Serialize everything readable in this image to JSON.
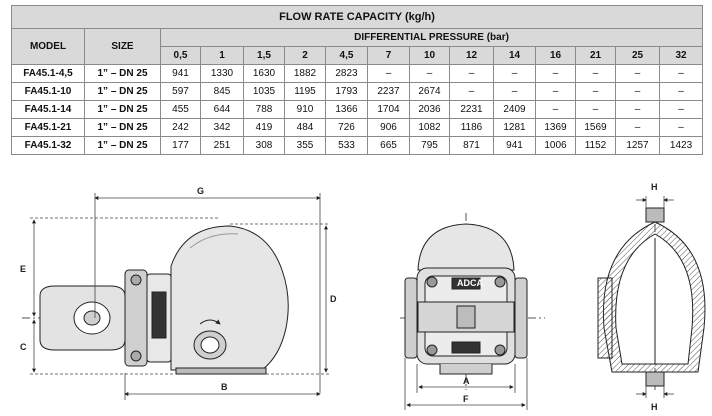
{
  "table": {
    "title": "FLOW RATE CAPACITY (kg/h)",
    "model_header": "MODEL",
    "size_header": "SIZE",
    "pressure_header": "DIFFERENTIAL PRESSURE (bar)",
    "pressures": [
      "0,5",
      "1",
      "1,5",
      "2",
      "4,5",
      "7",
      "10",
      "12",
      "14",
      "16",
      "21",
      "25",
      "32"
    ],
    "rows": [
      {
        "model": "FA45.1-4,5",
        "size": "1” – DN 25",
        "values": [
          "941",
          "1330",
          "1630",
          "1882",
          "2823",
          "–",
          "–",
          "–",
          "–",
          "–",
          "–",
          "–",
          "–"
        ]
      },
      {
        "model": "FA45.1-10",
        "size": "1” – DN 25",
        "values": [
          "597",
          "845",
          "1035",
          "1195",
          "1793",
          "2237",
          "2674",
          "–",
          "–",
          "–",
          "–",
          "–",
          "–"
        ]
      },
      {
        "model": "FA45.1-14",
        "size": "1” – DN 25",
        "values": [
          "455",
          "644",
          "788",
          "910",
          "1366",
          "1704",
          "2036",
          "2231",
          "2409",
          "–",
          "–",
          "–",
          "–"
        ]
      },
      {
        "model": "FA45.1-21",
        "size": "1” – DN 25",
        "values": [
          "242",
          "342",
          "419",
          "484",
          "726",
          "906",
          "1082",
          "1186",
          "1281",
          "1369",
          "1569",
          "–",
          "–"
        ]
      },
      {
        "model": "FA45.1-32",
        "size": "1” – DN 25",
        "values": [
          "177",
          "251",
          "308",
          "355",
          "533",
          "665",
          "795",
          "871",
          "941",
          "1006",
          "1152",
          "1257",
          "1423"
        ]
      }
    ]
  },
  "drawing": {
    "dims": {
      "G": "G",
      "E": "E",
      "C": "C",
      "D": "D",
      "B": "B",
      "A": "A",
      "F": "F",
      "H": "H"
    },
    "logo_text": "ADCA"
  }
}
